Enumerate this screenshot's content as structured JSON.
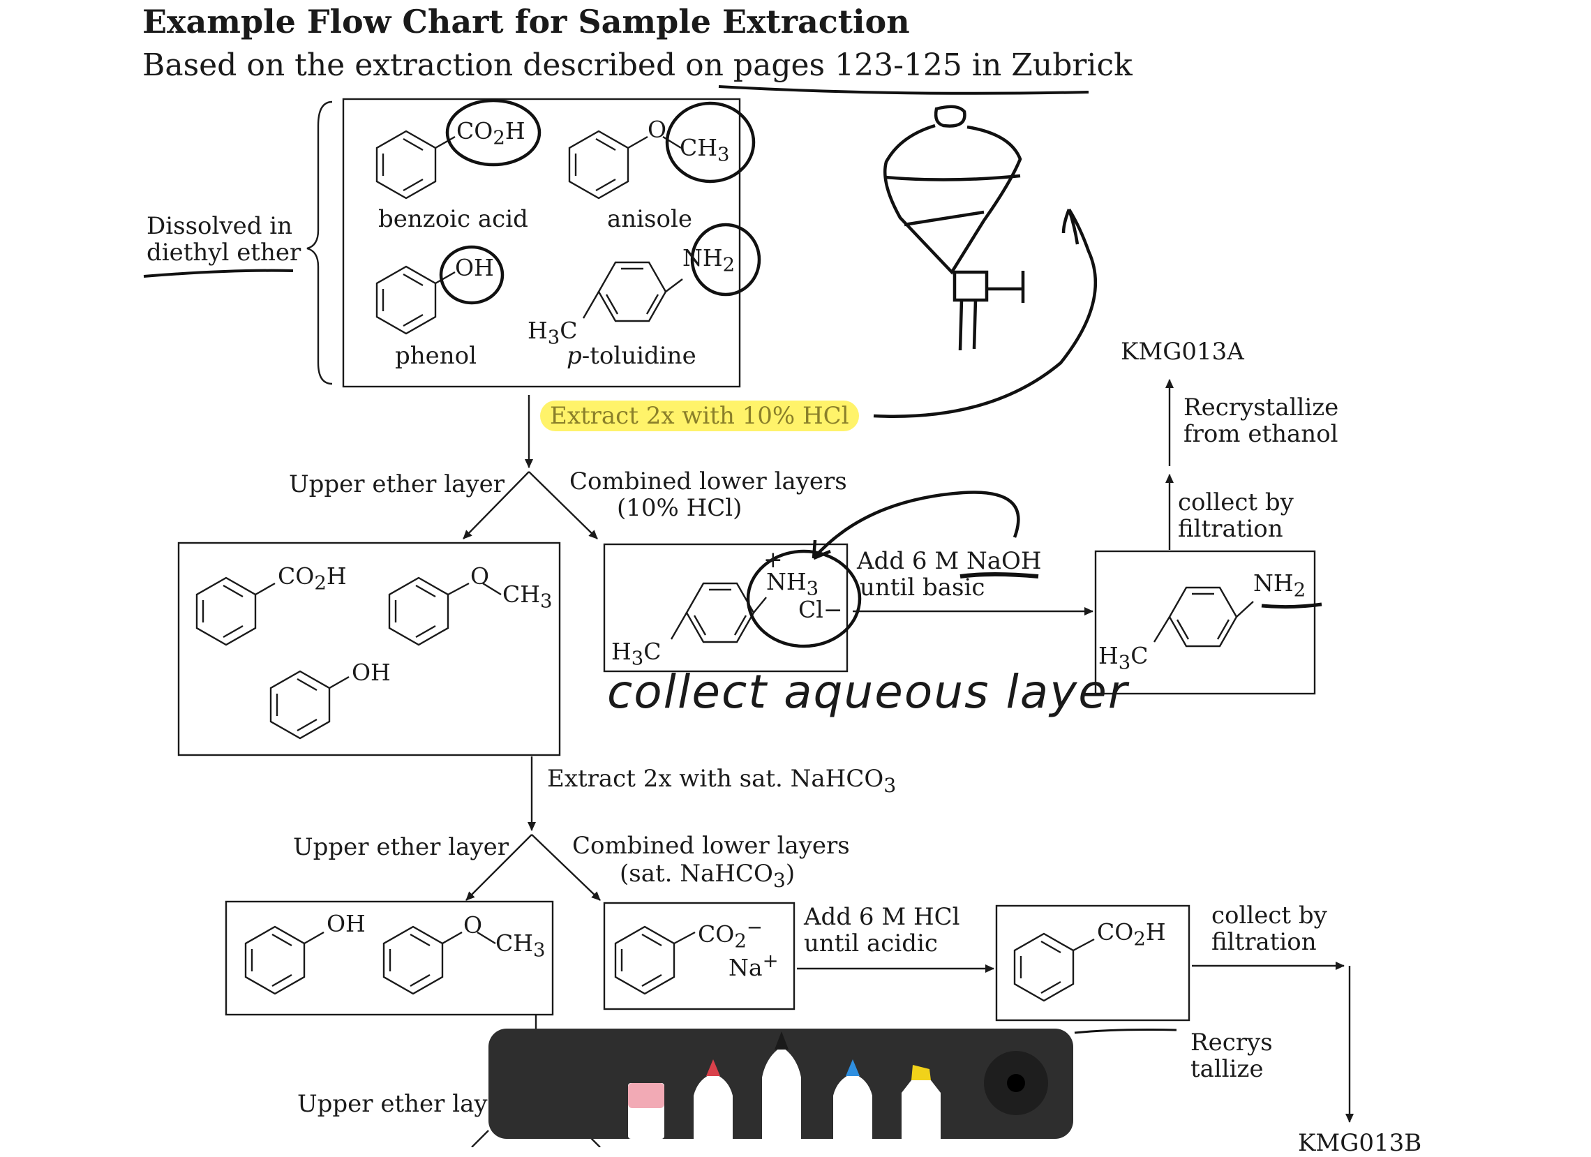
{
  "header": {
    "title": "Example Flow Chart for Sample Extraction",
    "subtitle": "Based on the extraction described on pages 123-125 in Zubrick"
  },
  "start": {
    "solvent_line1": "Dissolved in",
    "solvent_line2": "diethyl ether",
    "compounds": [
      "benzoic acid",
      "anisole",
      "phenol",
      "p-toluidine"
    ],
    "p_prefix": "p",
    "p_rest": "-toluidine"
  },
  "step1": {
    "instruction": "Extract 2x with 10% HCl",
    "upper": "Upper ether layer",
    "lower_line1": "Combined lower layers",
    "lower_line2": "(10% HCl)",
    "base_line1": "Add 6 M NaOH",
    "base_line2": "until basic",
    "collect_line1": "collect by",
    "collect_line2": "filtration",
    "recryst_line1": "Recrystallize",
    "recryst_line2": "from ethanol",
    "product": "KMG013A"
  },
  "step2": {
    "instruction": "Extract 2x with sat. NaHCO",
    "upper": "Upper ether layer",
    "lower_line1": "Combined lower layers",
    "lower_line2": "(sat. NaHCO",
    "acid_line1": "Add 6 M HCl",
    "acid_line2": "until acidic",
    "collect_line1": "collect by",
    "collect_line2": "filtration",
    "recryst_line1": "Recrys",
    "recryst_line2": "tallize",
    "product": "KMG013B"
  },
  "step3": {
    "upper": "Upper ether laye"
  },
  "handwriting": {
    "note": "collect aqueous layer"
  },
  "groups": {
    "co2h": "CO",
    "co2h_end": "H",
    "och3_o": "O",
    "ch3": "CH",
    "oh": "OH",
    "nh2": "NH",
    "h3c_h": "H",
    "h3c_c": "C",
    "nh3": "NH",
    "cl": "Cl",
    "co2": "CO",
    "na": "Na",
    "sub2": "2",
    "sub3": "3",
    "close_paren": ")",
    "plus": "+",
    "minus": "−"
  },
  "colors": {
    "ink": "#1a1a1a",
    "highlight": "#fff36a",
    "toolbar": "#2e2e2e",
    "pen_red": "#d9414b",
    "pen_blue": "#2f8fe0",
    "pen_yellow": "#f1d21a",
    "eraser_pink": "#f2aab5"
  },
  "toolbar": {
    "tools": [
      "eraser-tool",
      "red-pen-tool",
      "black-pen-tool",
      "blue-pen-tool",
      "highlighter-tool",
      "lasso-button"
    ]
  }
}
